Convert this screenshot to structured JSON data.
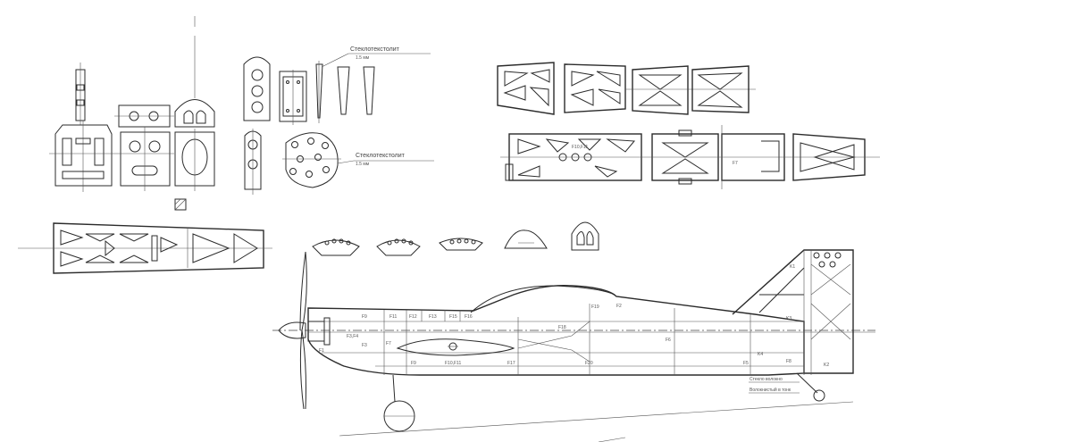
{
  "callouts": {
    "fiberglass_1": "Стеклотекстолит",
    "fiberglass_1_sub": "1.5 мм",
    "fiberglass_2": "Стеклотекстолит",
    "fiberglass_2_sub": "1.5 мм",
    "note_1": "Стекло волокно",
    "note_2": "Волокнистый в тонк"
  },
  "part_labels": {
    "f9": "F9",
    "f11": "F11",
    "f12": "F12",
    "f13": "F13",
    "f15": "F15",
    "f16": "F16",
    "f3_f4": "F3,F4",
    "f3": "F3",
    "f7": "F7",
    "f1": "F1",
    "f9b": "F9",
    "f10_f11": "F10,F11",
    "f17": "F17",
    "f20": "F20",
    "f18": "F18",
    "f6": "F6",
    "f19": "F19",
    "f2": "F2",
    "f5": "F5",
    "f8": "F8",
    "k1": "K1",
    "k2": "K2",
    "k3": "K3",
    "k4": "K4",
    "f7_panel": "F7",
    "f10_f11_panel": "F10,F11"
  }
}
